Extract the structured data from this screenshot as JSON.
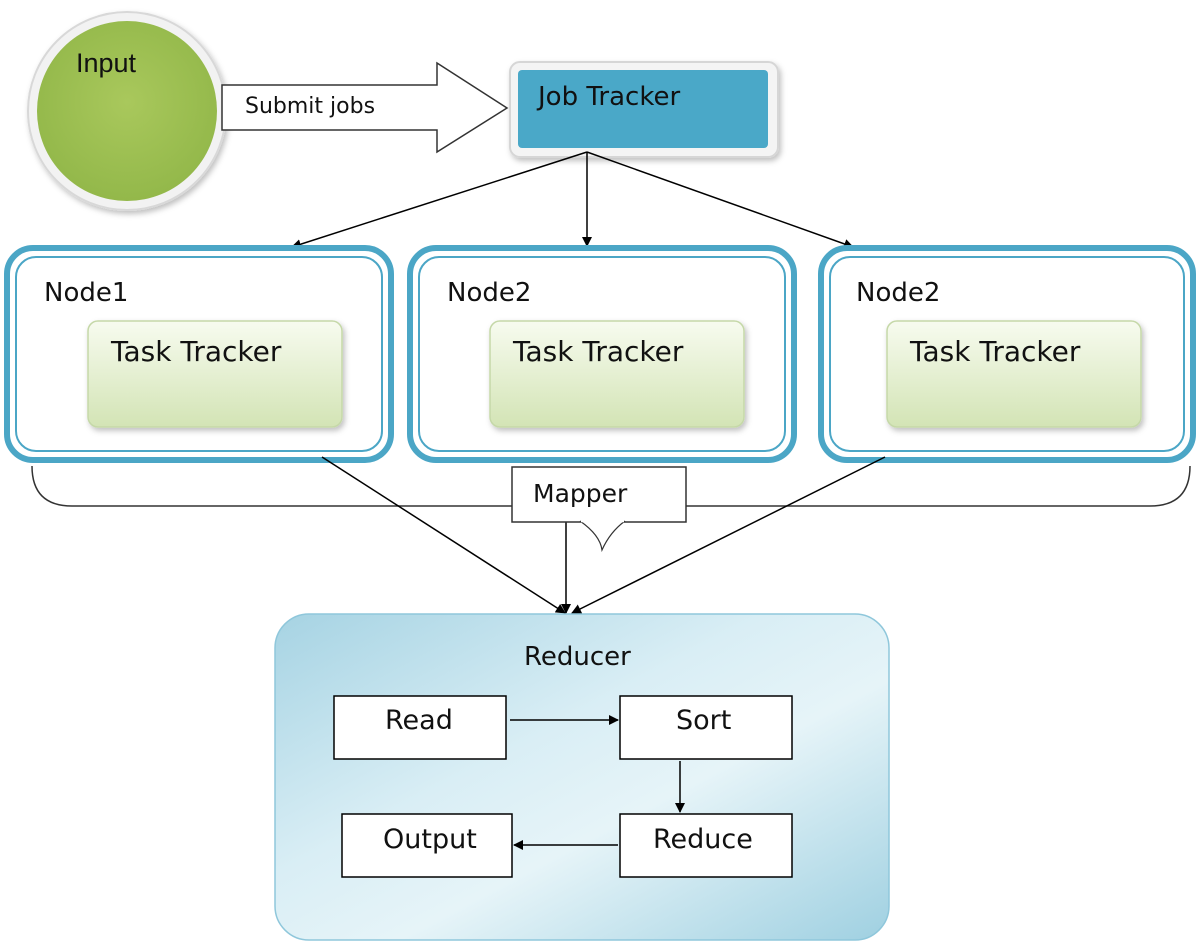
{
  "input": {
    "label": "Input"
  },
  "submit_arrow": {
    "label": "Submit jobs"
  },
  "job_tracker": {
    "label": "Job Tracker"
  },
  "nodes": [
    {
      "label": "Node1",
      "task_tracker": "Task Tracker"
    },
    {
      "label": "Node2",
      "task_tracker": "Task Tracker"
    },
    {
      "label": "Node2",
      "task_tracker": "Task Tracker"
    }
  ],
  "mapper": {
    "label": "Mapper"
  },
  "reducer": {
    "label": "Reducer",
    "steps": {
      "read": "Read",
      "sort": "Sort",
      "reduce": "Reduce",
      "output": "Output"
    }
  },
  "colors": {
    "input_fill": "#9dc052",
    "job_tracker_fill": "#4aa8c8",
    "node_border": "#4ba6c6",
    "task_tracker_fill": "#dbe9c1",
    "reducer_fill": "#bfe0ea"
  }
}
